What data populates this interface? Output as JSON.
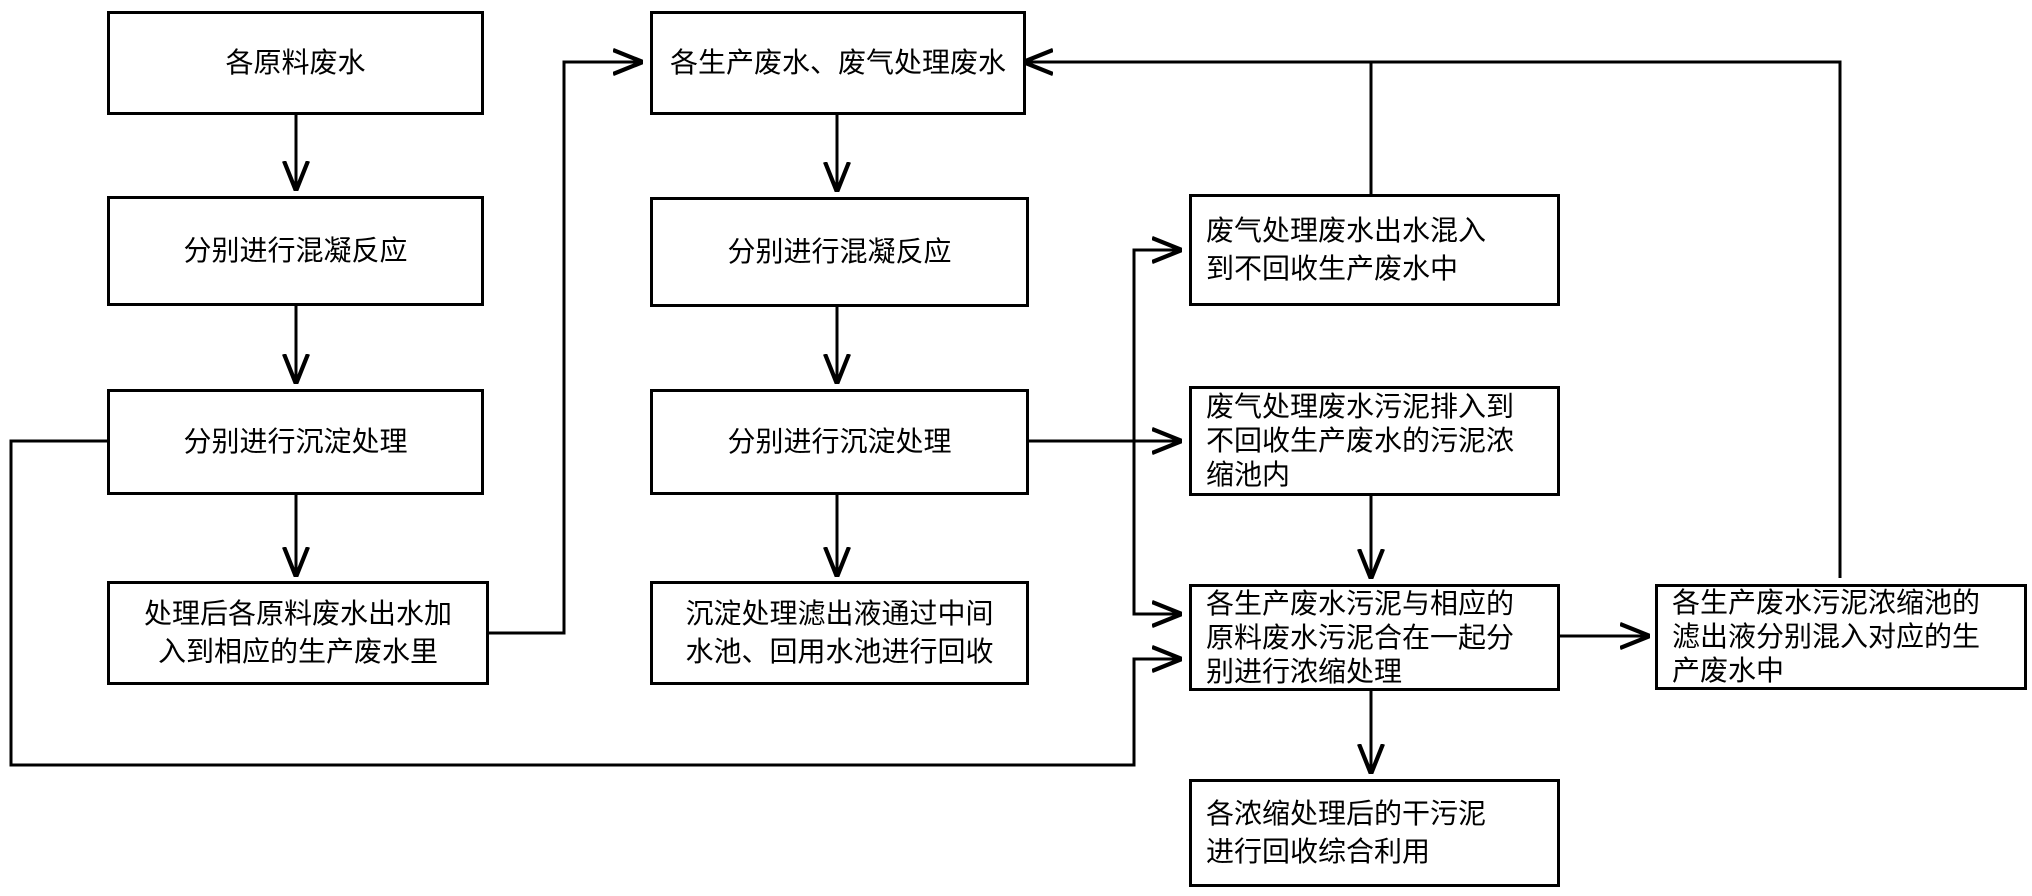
{
  "diagram": {
    "left_column": {
      "raw_wastewater": "各原料废水",
      "coagulation": "分别进行混凝反应",
      "sedimentation": "分别进行沉淀处理",
      "effluent_to_production": "处理后各原料废水出水加\n入到相应的生产废水里"
    },
    "middle_column": {
      "production_wastewater": "各生产废水、废气处理废水",
      "coagulation": "分别进行混凝反应",
      "sedimentation": "分别进行沉淀处理",
      "filtrate_recovery": "沉淀处理滤出液通过中间\n水池、回用水池进行回收"
    },
    "right_column": {
      "exhaust_effluent_mix": "废气处理废水出水混入\n到不回收生产废水中",
      "exhaust_sludge_to_thickener": "废气处理废水污泥排入到\n不回收生产废水的污泥浓\n缩池内",
      "sludge_thickening": "各生产废水污泥与相应的\n原料废水污泥合在一起分\n别进行浓缩处理",
      "dry_sludge_reuse": "各浓缩处理后的干污泥\n进行回收综合利用"
    },
    "far_right": {
      "thickener_filtrate": "各生产废水污泥浓缩池的\n滤出液分别混入对应的生\n产废水中"
    }
  }
}
